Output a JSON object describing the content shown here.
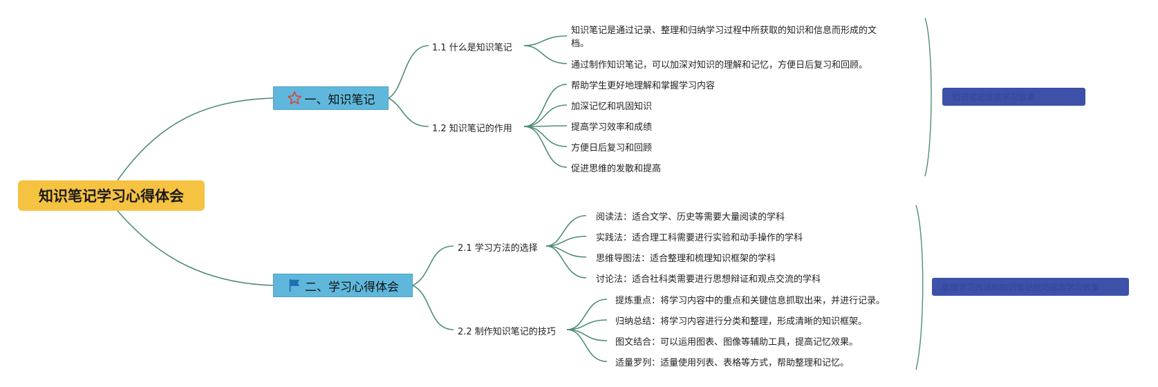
{
  "root": {
    "label": "知识笔记学习心得体会"
  },
  "branches": [
    {
      "label": "一、知识笔记",
      "icon": "star-icon",
      "subs": [
        {
          "label": "1.1 什么是知识笔记",
          "leaves": [
            "知识笔记是通过记录、整理和归纳学习过程中所获取的知识和信息而形成的文",
            "档。",
            "通过制作知识笔记，可以加深对知识的理解和记忆，方便日后复习和回顾。"
          ]
        },
        {
          "label": "1.2 知识笔记的作用",
          "leaves": [
            "帮助学生更好地理解和掌握学习内容",
            "加深记忆和巩固知识",
            "提高学习效率和成绩",
            "方便日后复习和回顾",
            "促进思维的发散和提高"
          ]
        }
      ],
      "summary": "知识笔记提高学习效率"
    },
    {
      "label": "二、学习心得体会",
      "icon": "flag-icon",
      "subs": [
        {
          "label": "2.1 学习方法的选择",
          "leaves": [
            "阅读法：适合文学、历史等需要大量阅读的学科",
            "实践法：适合理工科需要进行实验和动手操作的学科",
            "思维导图法：适合整理和梳理知识框架的学科",
            "讨论法：适合社科类需要进行思想辩证和观点交流的学科"
          ]
        },
        {
          "label": "2.2 制作知识笔记的技巧",
          "leaves": [
            "提炼重点：将学习内容中的重点和关键信息抓取出来，并进行记录。",
            "归纳总结：将学习内容进行分类和整理，形成清晰的知识框架。",
            "图文结合：可以运用图表、图像等辅助工具，提高记忆效果。",
            "适量罗列：适量使用列表、表格等方式，帮助整理和记忆。"
          ]
        }
      ],
      "summary": "掌握学习方法和知识笔记技巧提高学习效果"
    }
  ],
  "colors": {
    "root": "#f5c242",
    "branch": "#5fb8dc",
    "summary": "#3d51a8",
    "link": "#4e8c78"
  }
}
